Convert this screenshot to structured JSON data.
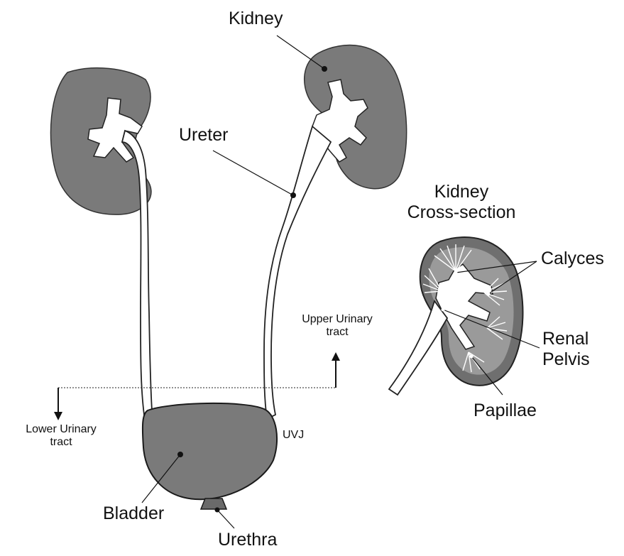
{
  "labels": {
    "kidney": "Kidney",
    "ureter": "Ureter",
    "bladder": "Bladder",
    "urethra": "Urethra",
    "uvj": "UVJ",
    "upper_tract_line1": "Upper Urinary",
    "upper_tract_line2": "tract",
    "lower_tract_line1": "Lower Urinary",
    "lower_tract_line2": "tract",
    "cross_title_line1": "Kidney",
    "cross_title_line2": "Cross-section",
    "calyces": "Calyces",
    "renal_line1": "Renal",
    "renal_line2": "Pelvis",
    "papillae": "Papillae"
  },
  "colors": {
    "tissue": "#7a7a7a",
    "outline": "#1a1a1a",
    "background": "#ffffff"
  }
}
